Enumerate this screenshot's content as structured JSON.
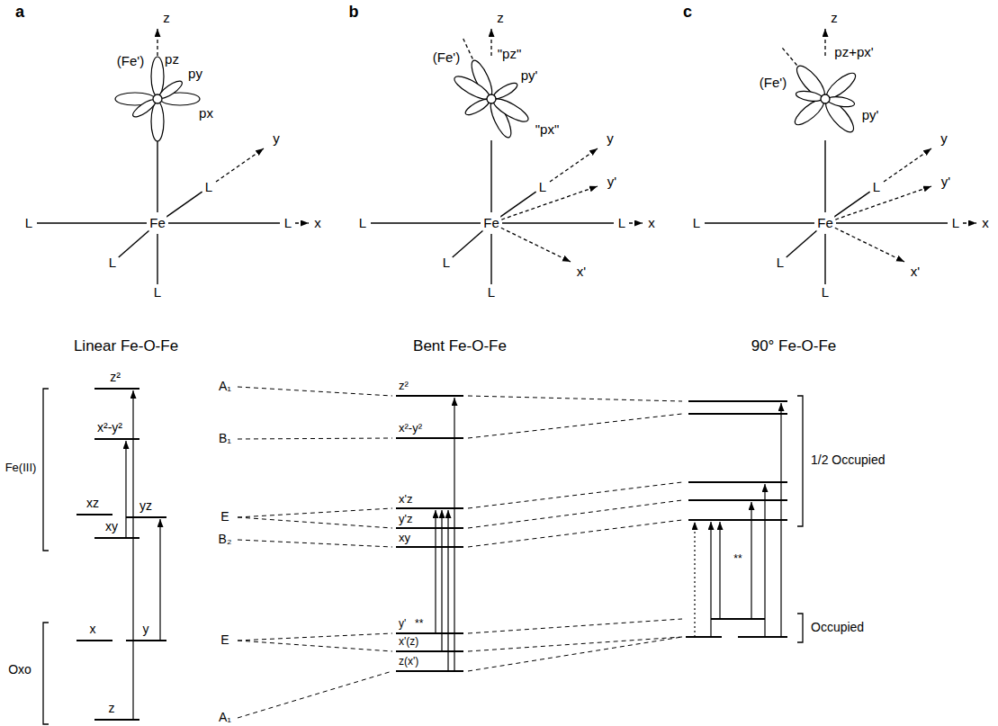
{
  "diagram": {
    "labels": [
      "a",
      "b",
      "c",
      "z",
      "(Fe')",
      "pz",
      "py",
      "px",
      "y",
      "L",
      "L",
      "Fe",
      "L",
      "x",
      "L",
      "L",
      "Linear Fe-O-Fe",
      "z",
      "(Fe')",
      "\"pz\"",
      "py'",
      "\"px\"",
      "y",
      "y'",
      "L",
      "L",
      "Fe",
      "L",
      "x",
      "L",
      "x'",
      "L",
      "Bent Fe-O-Fe",
      "z",
      "(Fe')",
      "pz+px'",
      "py'",
      "y",
      "y'",
      "L",
      "L",
      "Fe",
      "L",
      "x",
      "L",
      "x'",
      "L",
      "90° Fe-O-Fe",
      "z²",
      "x²-y²",
      "xz",
      "yz",
      "xy",
      "x",
      "y",
      "z",
      "A₁",
      "B₁",
      "E",
      "B₂",
      "E",
      "A₁",
      "Fe(III)",
      "Oxo",
      "z²",
      "x²-y²",
      "x'z",
      "y'z",
      "xy",
      "y'",
      "**",
      "x'(z)",
      "z(x')",
      "**",
      "1/2 Occupied",
      "Occupied"
    ]
  }
}
